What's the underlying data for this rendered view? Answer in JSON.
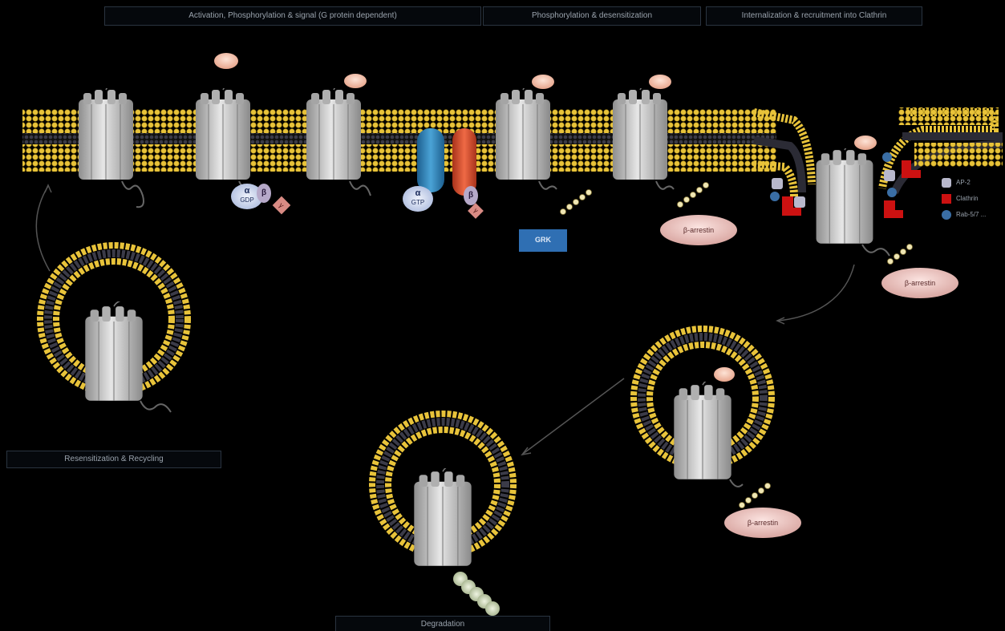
{
  "headers": [
    "Activation, Phosphorylation & signal (G protein dependent)",
    "Phosphorylation & desensitization",
    "Internalization & recruitment into Clathrin"
  ],
  "captions": {
    "recycling": "Resensitization & Recycling",
    "degradation": "Degradation"
  },
  "gprotein_inactive": {
    "alpha": "α",
    "alpha_sub": "GDP",
    "beta": "β",
    "gamma": "γ"
  },
  "gprotein_active": {
    "alpha": "α",
    "alpha_sub": "GTP",
    "beta": "β",
    "gamma": "γ"
  },
  "grk_label": "GRK",
  "arrestin_label": "β-arrestin",
  "legend": [
    {
      "label": "AP-2",
      "color": "#b8b8cc",
      "icon": "ap2-icon"
    },
    {
      "label": "Clathrin",
      "color": "#cc1111",
      "icon": "clathrin-icon"
    },
    {
      "label": "Rab-5/7 ...",
      "color": "#3a6ea5",
      "icon": "rab-icon"
    }
  ],
  "colors": {
    "lipid_head": "#e8c33a",
    "lipid_tail": "#2b2b35",
    "receptor": "#bdbdbd",
    "grk": "#2f6fb3",
    "arrestin": "#f1c9c6"
  }
}
